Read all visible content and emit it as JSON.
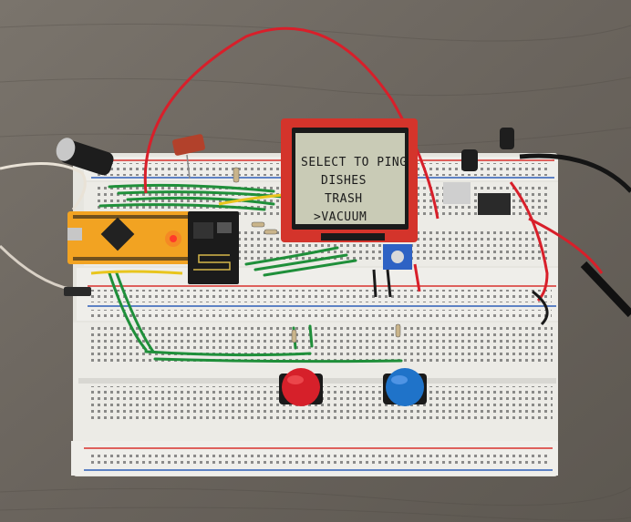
{
  "lcd": {
    "lines": [
      "SELECT TO PING",
      "DISHES",
      "TRASH",
      ">VACUUM"
    ]
  },
  "colors": {
    "table": "#6f6962",
    "breadboard": "#ecebe6",
    "rail_red": "#d9302c",
    "rail_blue": "#2f5fb7",
    "jumper_green": "#1f8f3a",
    "jumper_red": "#d81f2a",
    "lcd_pcb": "#d4342b",
    "lcd_screen": "#c9cbb6",
    "mcu_board": "#f2a322",
    "esp_module": "#1b1b1b",
    "button_red": "#d6202a",
    "button_blue": "#1f73c9"
  },
  "icons": {
    "capacitor": "electrolytic-capacitor-icon",
    "button": "push-button-icon",
    "module": "wifi-module-icon"
  }
}
